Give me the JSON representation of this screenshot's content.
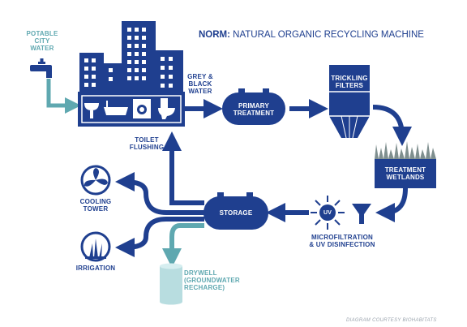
{
  "title": {
    "bold": "NORM:",
    "rest": " NATURAL ORGANIC RECYCLING MACHINE"
  },
  "colors": {
    "primary": "#1f3f8f",
    "teal": "#5fa8b0",
    "wetland_grass": "#7f8f8f",
    "white": "#ffffff"
  },
  "labels": {
    "potable_line1": "POTABLE",
    "potable_line2": "CITY",
    "potable_line3": "WATER",
    "grey_line1": "GREY &",
    "grey_line2": "BLACK",
    "grey_line3": "WATER",
    "primary_line1": "PRIMARY",
    "primary_line2": "TREATMENT",
    "trickling_line1": "TRICKLING",
    "trickling_line2": "FILTERS",
    "wetlands_line1": "TREATMENT",
    "wetlands_line2": "WETLANDS",
    "micro_line1": "MICROFILTRATION",
    "micro_line2": "& UV DISINFECTION",
    "uv": "UV",
    "storage": "STORAGE",
    "toilet_line1": "TOILET",
    "toilet_line2": "FLUSHING",
    "cooling_line1": "COOLING",
    "cooling_line2": "TOWER",
    "irrigation": "IRRIGATION",
    "drywell_line1": "DRYWELL",
    "drywell_line2": "(GROUNDWATER",
    "drywell_line3": "RECHARGE)"
  },
  "icons": [
    "faucet-icon",
    "building-icon",
    "sink-icon",
    "bathtub-icon",
    "washing-machine-icon",
    "toilet-icon",
    "tank-icon",
    "filter-funnel-icon",
    "uv-sun-icon",
    "fan-icon",
    "plant-icon",
    "drywell-cylinder-icon"
  ],
  "credit": "DIAGRAM COURTESY BIOHABITATS"
}
